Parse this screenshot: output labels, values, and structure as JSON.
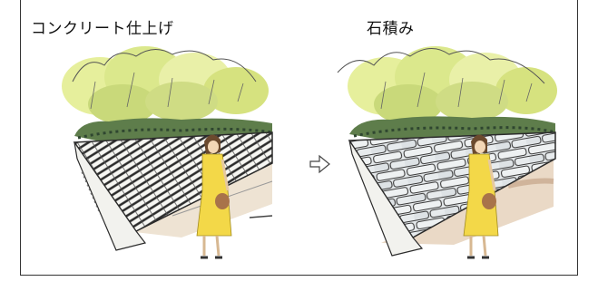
{
  "panels": [
    {
      "caption": "コンクリート仕上げ",
      "wall_type": "concrete-lattice"
    },
    {
      "caption": "石積み",
      "wall_type": "stone-masonry"
    }
  ],
  "transition_icon": "outline-right-arrow-icon",
  "colors": {
    "foliage_light": "#e6ef9c",
    "foliage_mid": "#c9d97a",
    "hedge_dark": "#3f5a3a",
    "dress": "#f3d848",
    "bag": "#a8734a",
    "ground": "#e9dccb",
    "stone": "#d9dde0",
    "line": "#2b2b2b"
  }
}
